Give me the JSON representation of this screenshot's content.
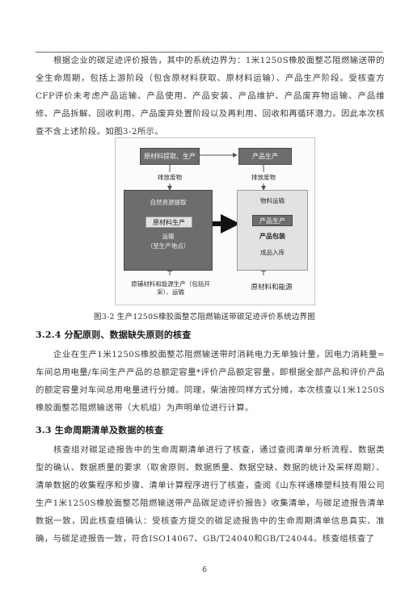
{
  "document": {
    "paragraph_1": "根据企业的碳足迹评价报告，其中的系统边界为：1米1250S橡胶面整芯阻燃输送带的全生命周期，包括上游阶段（包含原材料获取、原材料运输）、产品生产阶段。受核查方CFP评价未考虑产品运输、产品使用、产品安装、产品维护、产品废弃物运输、产品维修、产品拆解、回收利用、产品废弃处置阶段以及再利用、回收和再循环潜力。因此本次核查不含上述阶段。如图3-2所示。",
    "figure": {
      "top_left_box": "原材料提取、生产",
      "top_right_box": "产品生产",
      "left_emission": "排放废物",
      "right_emission": "排放废物",
      "left_panel": {
        "item_1": "自然资源提取",
        "item_2": "原材料生产",
        "item_3": "运输",
        "item_4": "（至生产地点）"
      },
      "right_panel": {
        "item_1": "物料运输",
        "item_2": "产品生产",
        "item_3": "产品包装",
        "item_4": "成品入库"
      },
      "bottom_left_box": "原辅材料和能源生产（包括开采）、运输",
      "bottom_right_box": "原材料和能源",
      "caption": "图3-2 生产1250S橡胶面整芯阻燃输送带碳足迹评价系统边界图"
    },
    "heading_1": "3.2.4 分配原则、数据缺失原则的核查",
    "paragraph_2": "企业在生产1米1250S橡胶面整芯阻燃输送带时消耗电力无单独计量，因电力消耗量=车间总用电量/车间生产产品的总额定容量*评价产品额定容量，即根据全部产品和评价产品的额定容量对车间总用电量进行分摊。同理，柴油按同样方式分摊，本次核查以1米1250S橡胶面整芯阻燃输送带（大机组）为声明单位进行计算。",
    "heading_2": "3.3 生命周期清单及数据的核查",
    "paragraph_3": "核查组对碳足迹报告中的生命周期清单进行了核查，通过查阅清单分析流程、数据类型的确认、数据质量的要求（取舍原则、数据质量、数据空缺、数据的统计及采样周期）、清单数据的收集程序和步骤、清单计算程序进行了核查，查阅《山东祥通橡塑科技有限公司生产1米1250S橡胶面整芯阻燃输送带产品碳足迹评价报告》收集清单，与碳足迹报告清单数据一致，因此核查组确认：受核查方提交的碳足迹报告中的生命周期清单信息真实、准确，与碳足迹报告一致，符合ISO14067、GB/T24040和GB/T24044。核查组核查了",
    "page_number": "6"
  }
}
